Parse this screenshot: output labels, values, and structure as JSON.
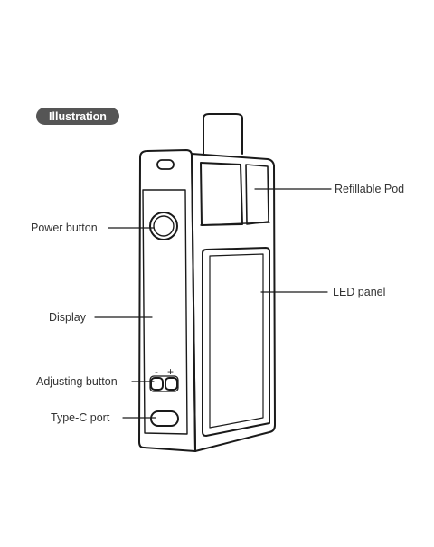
{
  "badge": "Illustration",
  "labels": {
    "refillable_pod": "Refillable Pod",
    "power_button": "Power button",
    "led_panel": "LED panel",
    "display": "Display",
    "adjusting_button": "Adjusting button",
    "type_c_port": "Type-C port"
  },
  "adjust_signs": {
    "minus": "-",
    "plus": "+"
  },
  "colors": {
    "badge_bg": "#555555",
    "line": "#1a1a1a",
    "text": "#333333"
  }
}
